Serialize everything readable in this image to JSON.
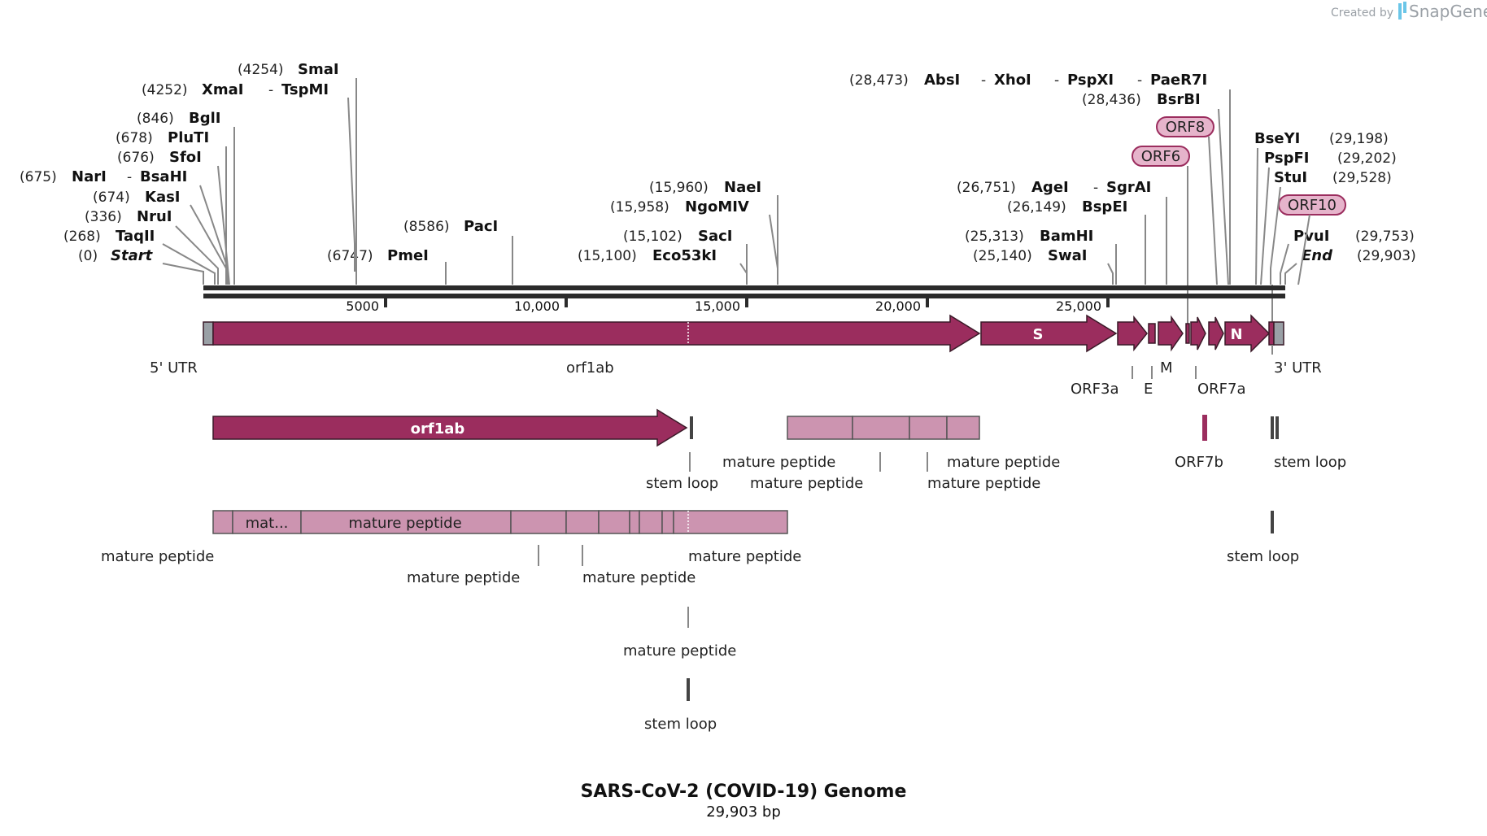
{
  "credit": {
    "prefix": "Created by",
    "brand": "SnapGene"
  },
  "title": "SARS-CoV-2 (COVID-19) Genome",
  "subtitle": "29,903 bp",
  "colors": {
    "feature": "#9b2d5e",
    "peptide": "#cc94b0",
    "utr": "#9aa0a6",
    "backbone": "#2b2b2b",
    "orf_label_bg": "#e6b4cb"
  },
  "ruler": [
    "5000",
    "10,000",
    "15,000",
    "20,000",
    "25,000"
  ],
  "left_sites": [
    {
      "pos": "(4254)",
      "name": "SmaI"
    },
    {
      "pos": "(4252)",
      "name": "XmaI",
      "extra": "TspMI"
    },
    {
      "pos": "(846)",
      "name": "BglI"
    },
    {
      "pos": "(678)",
      "name": "PluTI"
    },
    {
      "pos": "(676)",
      "name": "SfoI"
    },
    {
      "pos": "(675)",
      "name": "NarI",
      "extra": "BsaHI"
    },
    {
      "pos": "(674)",
      "name": "KasI"
    },
    {
      "pos": "(336)",
      "name": "NruI"
    },
    {
      "pos": "(268)",
      "name": "TaqII"
    },
    {
      "pos": "(0)",
      "name": "Start"
    },
    {
      "pos": "(6747)",
      "name": "PmeI"
    },
    {
      "pos": "(8586)",
      "name": "PacI"
    }
  ],
  "middle_sites": [
    {
      "pos": "(15,960)",
      "name": "NaeI"
    },
    {
      "pos": "(15,958)",
      "name": "NgoMIV"
    },
    {
      "pos": "(15,102)",
      "name": "SacI"
    },
    {
      "pos": "(15,100)",
      "name": "Eco53kI"
    }
  ],
  "right_sites": [
    {
      "pos": "(28,473)",
      "name": "AbsI",
      "extra1": "XhoI",
      "extra2": "PspXI",
      "extra3": "PaeR7I"
    },
    {
      "pos": "(28,436)",
      "name": "BsrBI"
    },
    {
      "pos": "(26,751)",
      "name": "AgeI",
      "extra": "SgrAI"
    },
    {
      "pos": "(26,149)",
      "name": "BspEI"
    },
    {
      "pos": "(25,313)",
      "name": "BamHI"
    },
    {
      "pos": "(25,140)",
      "name": "SwaI"
    },
    {
      "pos": "(29,198)",
      "name": "BseYI"
    },
    {
      "pos": "(29,202)",
      "name": "PspFI"
    },
    {
      "pos": "(29,528)",
      "name": "StuI"
    },
    {
      "pos": "(29,753)",
      "name": "PvuI"
    },
    {
      "pos": "(29,903)",
      "name": "End"
    }
  ],
  "orf_tags": [
    "ORF8",
    "ORF6",
    "ORF10"
  ],
  "features": {
    "utr5": "5' UTR",
    "orf1ab_label": "orf1ab",
    "s": "S",
    "n": "N",
    "m": "M",
    "utr3": "3' UTR",
    "orf3a": "ORF3a",
    "e": "E",
    "orf7a": "ORF7a",
    "orf1ab_inner": "orf1ab",
    "orf7b": "ORF7b",
    "mat_short": "mat...",
    "stem_loop": "stem loop",
    "mature_peptide": "mature peptide"
  }
}
